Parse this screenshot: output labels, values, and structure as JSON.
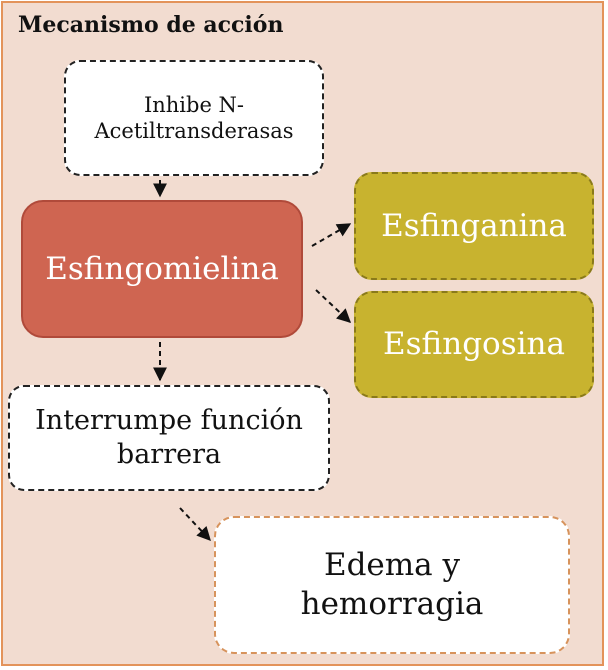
{
  "title": "Mecanismo de acción",
  "nodes": {
    "inhibe": {
      "lines": [
        "Inhibe N-",
        "Acetiltransderasas"
      ]
    },
    "esfingomielina": {
      "lines": [
        "Esfingomielina"
      ]
    },
    "esfinganina": {
      "lines": [
        "Esfinganina"
      ]
    },
    "esfingosina": {
      "lines": [
        "Esfingosina"
      ]
    },
    "interrumpe": {
      "lines": [
        "Interrumpe función",
        "barrera"
      ]
    },
    "edema": {
      "lines": [
        "Edema y",
        "hemorragia"
      ]
    }
  },
  "edges": [
    {
      "from": "inhibe",
      "to": "esfingomielina"
    },
    {
      "from": "esfingomielina",
      "to": "esfinganina"
    },
    {
      "from": "esfingomielina",
      "to": "esfingosina"
    },
    {
      "from": "esfingomielina",
      "to": "interrumpe"
    },
    {
      "from": "interrumpe",
      "to": "edema"
    }
  ]
}
